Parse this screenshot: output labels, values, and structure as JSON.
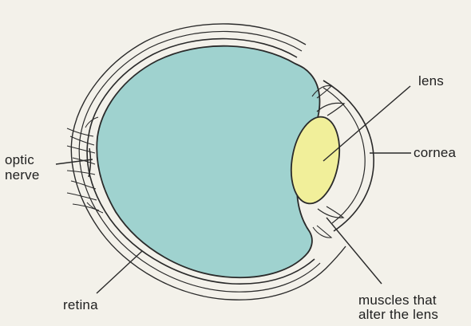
{
  "labels": {
    "lens": "lens",
    "cornea": "cornea",
    "optic_nerve": {
      "line1": "optic",
      "line2": "nerve"
    },
    "retina": "retina",
    "muscles": {
      "line1": "muscles that",
      "line2": "alter the lens"
    }
  },
  "colors": {
    "background": "#f3f1ea",
    "vitreous": "#9fd2cf",
    "lens": "#f1ef9a",
    "outline": "#2a2a2a"
  }
}
